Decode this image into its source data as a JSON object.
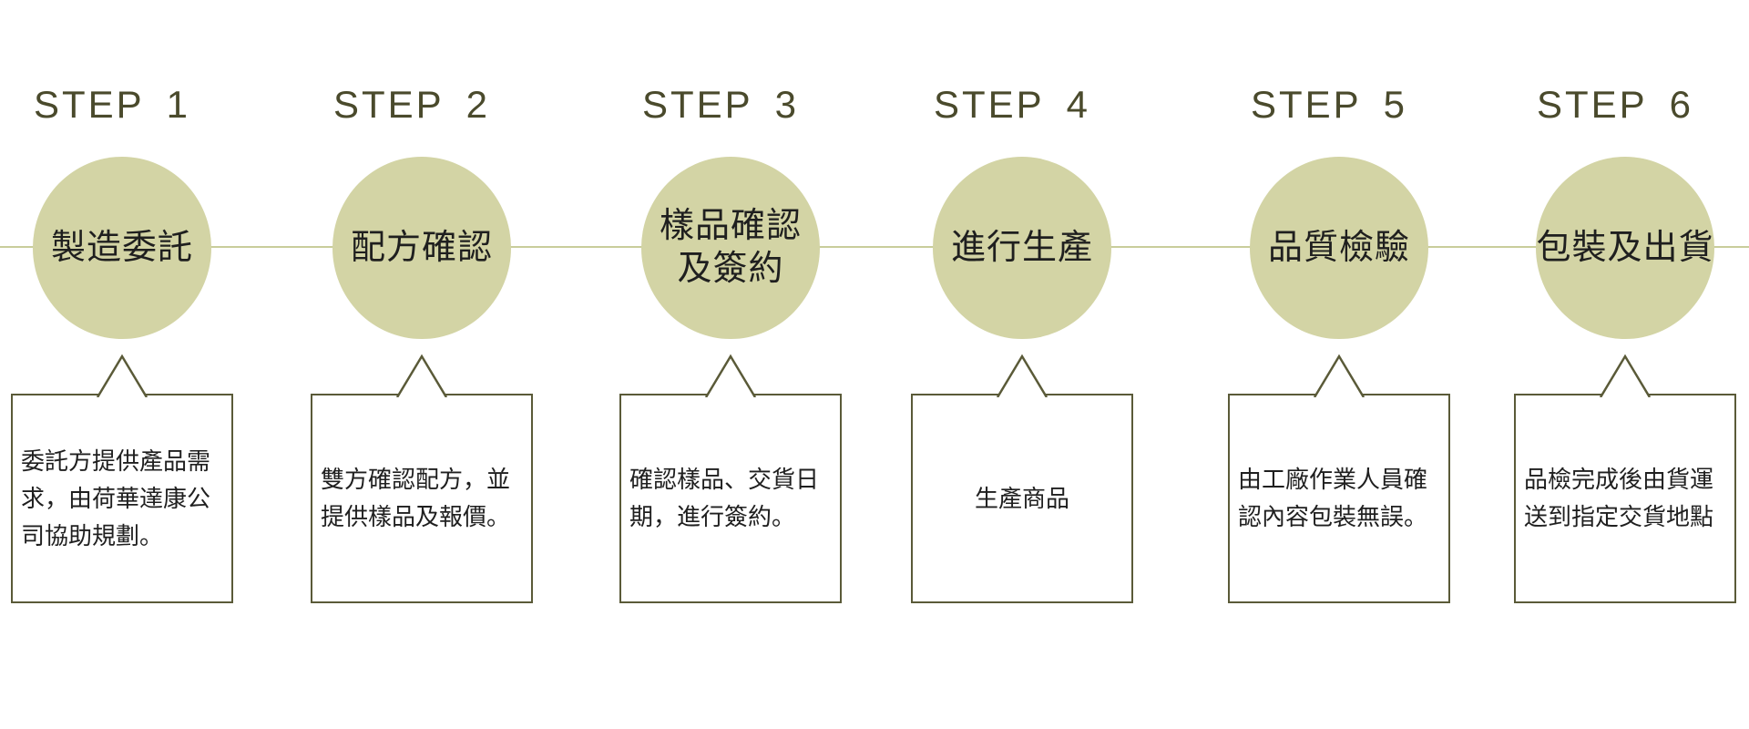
{
  "page": {
    "type": "process-flow-infographic",
    "background": "#ffffff"
  },
  "colors": {
    "circle_fill": "#d3d4a5",
    "timeline_line": "#c9cd9b",
    "step_label_text": "#4a4a2c",
    "callout_border": "#5a5a38",
    "body_text": "#1f1f1f"
  },
  "steps": [
    {
      "label": "STEP 1",
      "circle_title": "製造委託",
      "description": "委託方提供產品需\n求，由荷華達康公\n司協助規劃。"
    },
    {
      "label": "STEP 2",
      "circle_title": "配方確認",
      "description": "雙方確認配方，並\n提供樣品及報價。"
    },
    {
      "label": "STEP 3",
      "circle_title": "樣品確認\n及簽約",
      "description": "確認樣品、交貨日\n期，進行簽約。"
    },
    {
      "label": "STEP 4",
      "circle_title": "進行生產",
      "description": "生產商品"
    },
    {
      "label": "STEP 5",
      "circle_title": "品質檢驗",
      "description": "由工廠作業人員確\n認內容包裝無誤。"
    },
    {
      "label": "STEP 6",
      "circle_title": "包裝及出貨",
      "description": "品檢完成後由貨運\n送到指定交貨地點"
    }
  ]
}
